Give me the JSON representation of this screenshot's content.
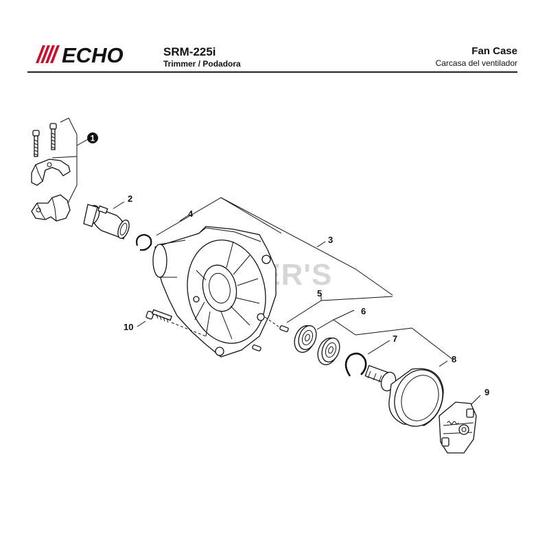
{
  "header": {
    "brand": "ECHO",
    "model": "SRM-225i",
    "subtitle": "Trimmer / Podadora",
    "section_title": "Fan Case",
    "section_title_es": "Carcasa del ventilador"
  },
  "watermark": "CUTLER'S",
  "callouts": [
    "1",
    "2",
    "3",
    "4",
    "5",
    "6",
    "7",
    "8",
    "9",
    "10"
  ],
  "colors": {
    "ink": "#111111",
    "watermark": "#d6d6d6"
  }
}
